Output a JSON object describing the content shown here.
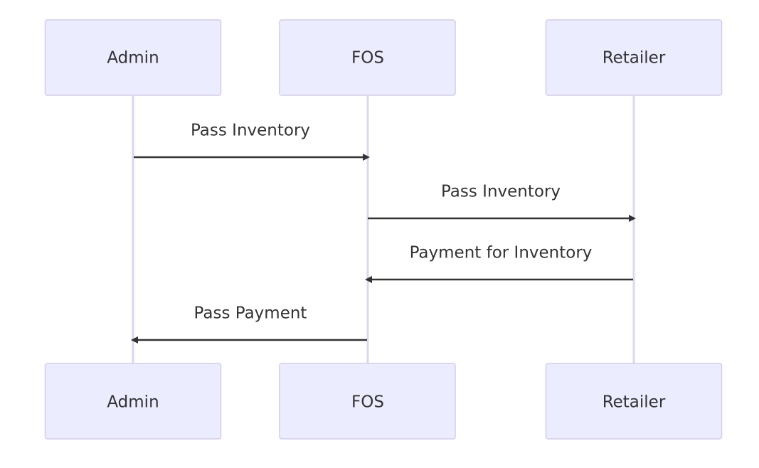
{
  "diagram": {
    "type": "sequence",
    "participants": [
      {
        "id": "admin",
        "label": "Admin"
      },
      {
        "id": "fos",
        "label": "FOS"
      },
      {
        "id": "retailer",
        "label": "Retailer"
      }
    ],
    "messages": [
      {
        "from": "admin",
        "to": "fos",
        "label": "Pass Inventory"
      },
      {
        "from": "fos",
        "to": "retailer",
        "label": "Pass Inventory"
      },
      {
        "from": "retailer",
        "to": "fos",
        "label": "Payment for Inventory"
      },
      {
        "from": "fos",
        "to": "admin",
        "label": "Pass Payment"
      }
    ]
  },
  "colors": {
    "actor_fill": "#ececff",
    "actor_border": "#d4ccec",
    "lifeline": "#ddd6f0",
    "message": "#333333",
    "text": "#333333"
  }
}
